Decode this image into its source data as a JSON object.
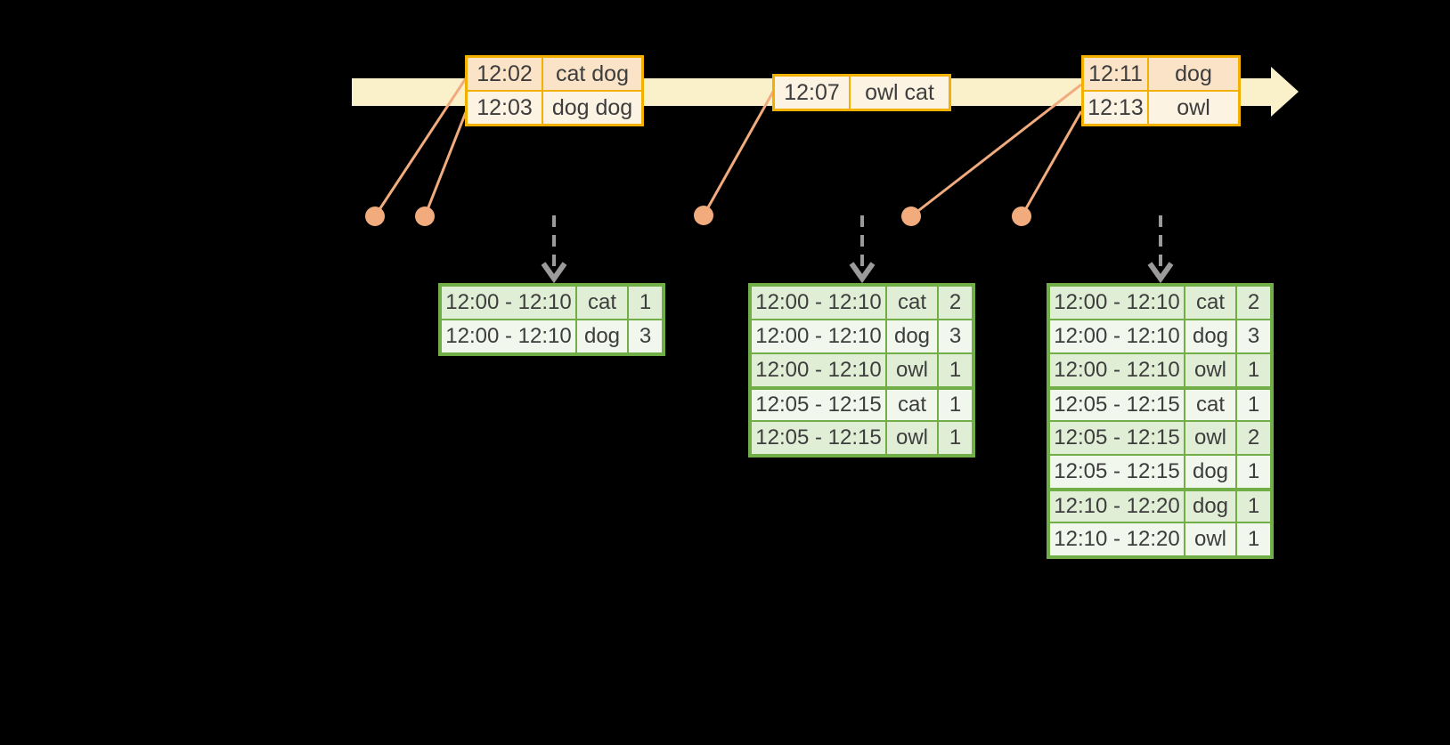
{
  "diagram_title": "",
  "colors": {
    "background": "#000000",
    "timeline_band": "#faf0ca",
    "event_border": "#f2b100",
    "event_row_peach": "#fae3c7",
    "event_row_cream": "#fdf3e3",
    "connector": "#f1ab7d",
    "trigger_arrow": "#9b9b9b",
    "table_border": "#71ae48",
    "table_row_dark": "#e1eed6",
    "table_row_light": "#f2f7ed",
    "text": "#3d3d3d"
  },
  "timeline": {
    "events": [
      {
        "rows": [
          {
            "time": "12:02",
            "words": "cat dog",
            "shade": "peach"
          },
          {
            "time": "12:03",
            "words": "dog dog",
            "shade": "cream"
          }
        ]
      },
      {
        "rows": [
          {
            "time": "12:07",
            "words": "owl cat",
            "shade": "cream"
          }
        ]
      },
      {
        "rows": [
          {
            "time": "12:11",
            "words": "dog",
            "shade": "peach"
          },
          {
            "time": "12:13",
            "words": "owl",
            "shade": "cream"
          }
        ]
      }
    ]
  },
  "result_tables": [
    {
      "rows": [
        {
          "window": "12:00 - 12:10",
          "word": "cat",
          "count": "1",
          "shade": "dark",
          "group_start": false
        },
        {
          "window": "12:00 - 12:10",
          "word": "dog",
          "count": "3",
          "shade": "light",
          "group_start": false
        }
      ]
    },
    {
      "rows": [
        {
          "window": "12:00 - 12:10",
          "word": "cat",
          "count": "2",
          "shade": "dark",
          "group_start": false
        },
        {
          "window": "12:00 - 12:10",
          "word": "dog",
          "count": "3",
          "shade": "light",
          "group_start": false
        },
        {
          "window": "12:00 - 12:10",
          "word": "owl",
          "count": "1",
          "shade": "dark",
          "group_start": false
        },
        {
          "window": "12:05 - 12:15",
          "word": "cat",
          "count": "1",
          "shade": "light",
          "group_start": true
        },
        {
          "window": "12:05 - 12:15",
          "word": "owl",
          "count": "1",
          "shade": "dark",
          "group_start": false
        }
      ]
    },
    {
      "rows": [
        {
          "window": "12:00 - 12:10",
          "word": "cat",
          "count": "2",
          "shade": "dark",
          "group_start": false
        },
        {
          "window": "12:00 - 12:10",
          "word": "dog",
          "count": "3",
          "shade": "light",
          "group_start": false
        },
        {
          "window": "12:00 - 12:10",
          "word": "owl",
          "count": "1",
          "shade": "dark",
          "group_start": false
        },
        {
          "window": "12:05 - 12:15",
          "word": "cat",
          "count": "1",
          "shade": "light",
          "group_start": true
        },
        {
          "window": "12:05 - 12:15",
          "word": "owl",
          "count": "2",
          "shade": "dark",
          "group_start": false
        },
        {
          "window": "12:05 - 12:15",
          "word": "dog",
          "count": "1",
          "shade": "light",
          "group_start": false
        },
        {
          "window": "12:10 - 12:20",
          "word": "dog",
          "count": "1",
          "shade": "dark",
          "group_start": true
        },
        {
          "window": "12:10 - 12:20",
          "word": "owl",
          "count": "1",
          "shade": "light",
          "group_start": false
        }
      ]
    }
  ]
}
